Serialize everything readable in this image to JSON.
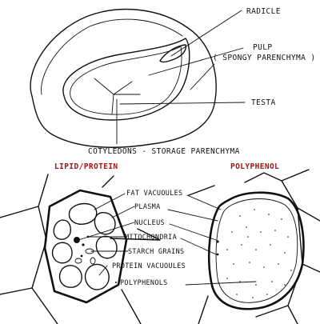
{
  "seed": {
    "labels": {
      "radicle": "RADICLE",
      "pulp": "PULP",
      "spongy": "( SPONGY PARENCHYMA )",
      "testa": "TESTA",
      "cotyledons": "COTYLEDONS  -  STORAGE PARENCHYMA"
    }
  },
  "panels": {
    "left_title": "LIPID/PROTEIN",
    "right_title": "POLYPHENOL",
    "title_color": "#a01818"
  },
  "cell_labels": {
    "fat": "FAT VACUOULES",
    "plasma": "PLASMA",
    "nucleus": "NUCLEUS",
    "mito": "MITOCHONDRIA",
    "starch": "STARCH GRAINS",
    "protein": "PROTEIN VACUOULES",
    "polyphenols": "POLYPHENOLS"
  }
}
